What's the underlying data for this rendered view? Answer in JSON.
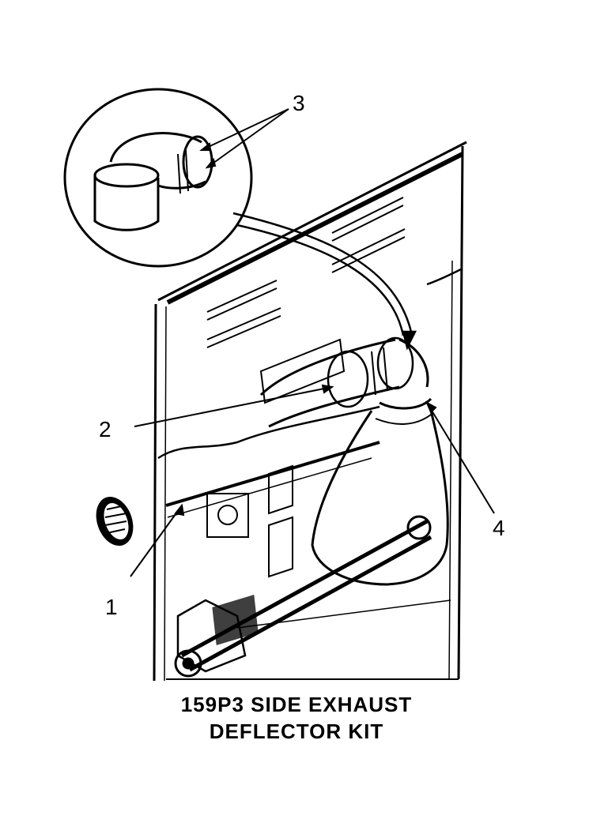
{
  "callouts": [
    {
      "id": "1",
      "label": "1"
    },
    {
      "id": "2",
      "label": "2"
    },
    {
      "id": "3",
      "label": "3"
    },
    {
      "id": "4",
      "label": "4"
    }
  ],
  "caption": {
    "line1": "159P3 SIDE EXHAUST",
    "line2": "DEFLECTOR KIT"
  },
  "colors": {
    "ink": "#000000",
    "paper": "#ffffff"
  }
}
